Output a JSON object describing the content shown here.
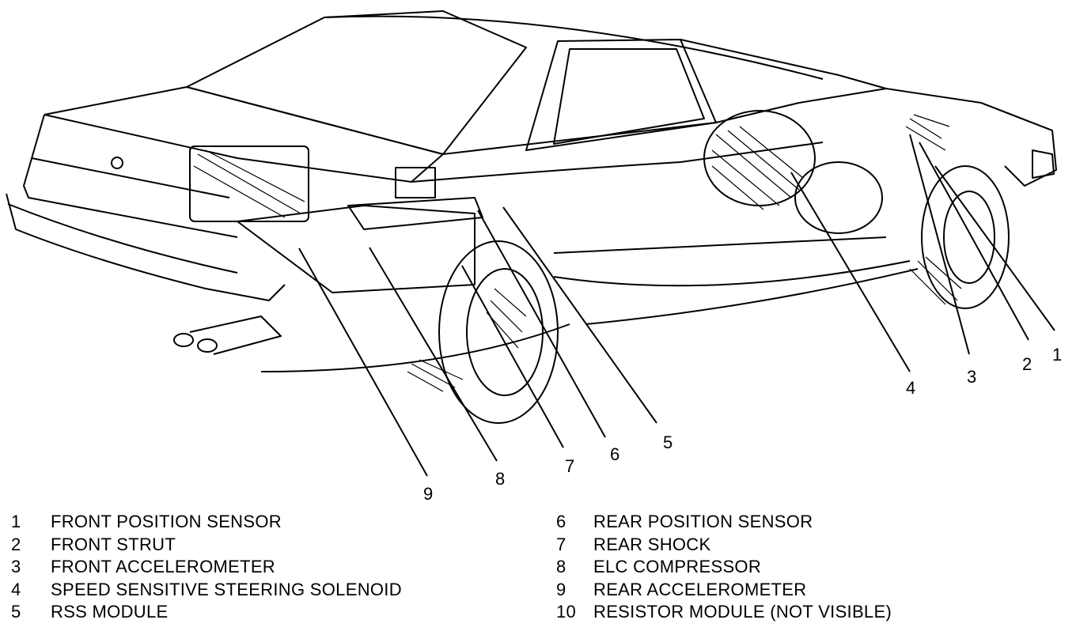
{
  "callouts": [
    {
      "num": "1"
    },
    {
      "num": "2"
    },
    {
      "num": "3"
    },
    {
      "num": "4"
    },
    {
      "num": "5"
    },
    {
      "num": "6"
    },
    {
      "num": "7"
    },
    {
      "num": "8"
    },
    {
      "num": "9"
    }
  ],
  "legend": {
    "left": [
      {
        "num": "1",
        "text": "FRONT POSITION SENSOR"
      },
      {
        "num": "2",
        "text": "FRONT STRUT"
      },
      {
        "num": "3",
        "text": "FRONT ACCELEROMETER"
      },
      {
        "num": "4",
        "text": "SPEED SENSITIVE STEERING SOLENOID"
      },
      {
        "num": "5",
        "text": "RSS MODULE"
      }
    ],
    "right": [
      {
        "num": "6",
        "text": "REAR POSITION SENSOR"
      },
      {
        "num": "7",
        "text": "REAR SHOCK"
      },
      {
        "num": "8",
        "text": "ELC COMPRESSOR"
      },
      {
        "num": "9",
        "text": "REAR ACCELEROMETER"
      },
      {
        "num": "10",
        "text": "RESISTOR MODULE (NOT VISIBLE)"
      }
    ]
  }
}
